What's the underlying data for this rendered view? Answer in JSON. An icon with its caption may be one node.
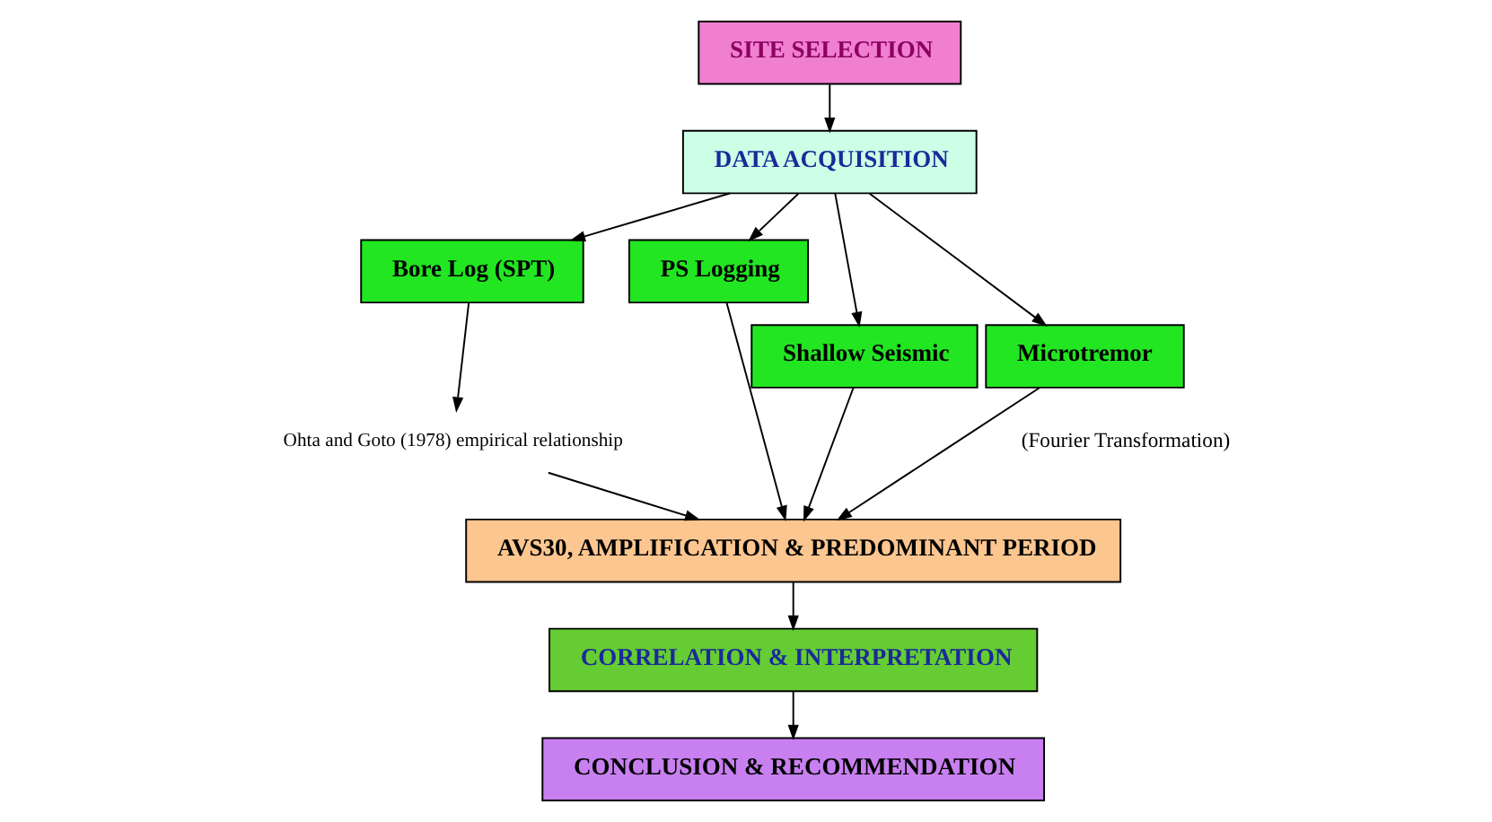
{
  "diagram": {
    "nodes": [
      {
        "text": [
          "SITE SELECTION"
        ]
      },
      {
        "text": [
          "DATA ACQUISITION"
        ]
      },
      {
        "text": [
          "Bore Log (SPT)"
        ]
      },
      {
        "text": [
          "PS Logging"
        ]
      },
      {
        "text": [
          "Shallow Seismic"
        ]
      },
      {
        "text": [
          "Microtremor"
        ]
      },
      {
        "text": [
          "Ohta and Goto (1978) empirical relationship"
        ]
      },
      {
        "text": [
          "AVS30, AMPLIFICATION & PREDOMINANT PERIOD"
        ]
      },
      {
        "text": [
          "CORRELATION & INTERPRETATION"
        ]
      },
      {
        "text": [
          "CONCLUSION & RECOMMENDATION"
        ]
      }
    ],
    "edges": [
      {
        "from": 0,
        "to": 1,
        "arrow": "to"
      },
      {
        "from": 1,
        "to": 2,
        "arrow": "to"
      },
      {
        "from": 1,
        "to": 4,
        "arrow": "to"
      },
      {
        "from": 1,
        "to": 3,
        "arrow": "to"
      },
      {
        "from": 1,
        "to": 5,
        "arrow": "to"
      },
      {
        "from": 2,
        "to": 6,
        "arrow": "to"
      },
      {
        "from": 6,
        "to": 7,
        "arrow": "to"
      },
      {
        "from": 4,
        "to": 7,
        "arrow": "to"
      },
      {
        "from": 3,
        "to": 7,
        "arrow": "to"
      },
      {
        "from": 5,
        "to": 7,
        "arrow": "to",
        "label": "(Fourier Transformation)"
      },
      {
        "from": 7,
        "to": 8,
        "arrow": "to"
      },
      {
        "from": 8,
        "to": 9,
        "arrow": "to"
      }
    ]
  }
}
